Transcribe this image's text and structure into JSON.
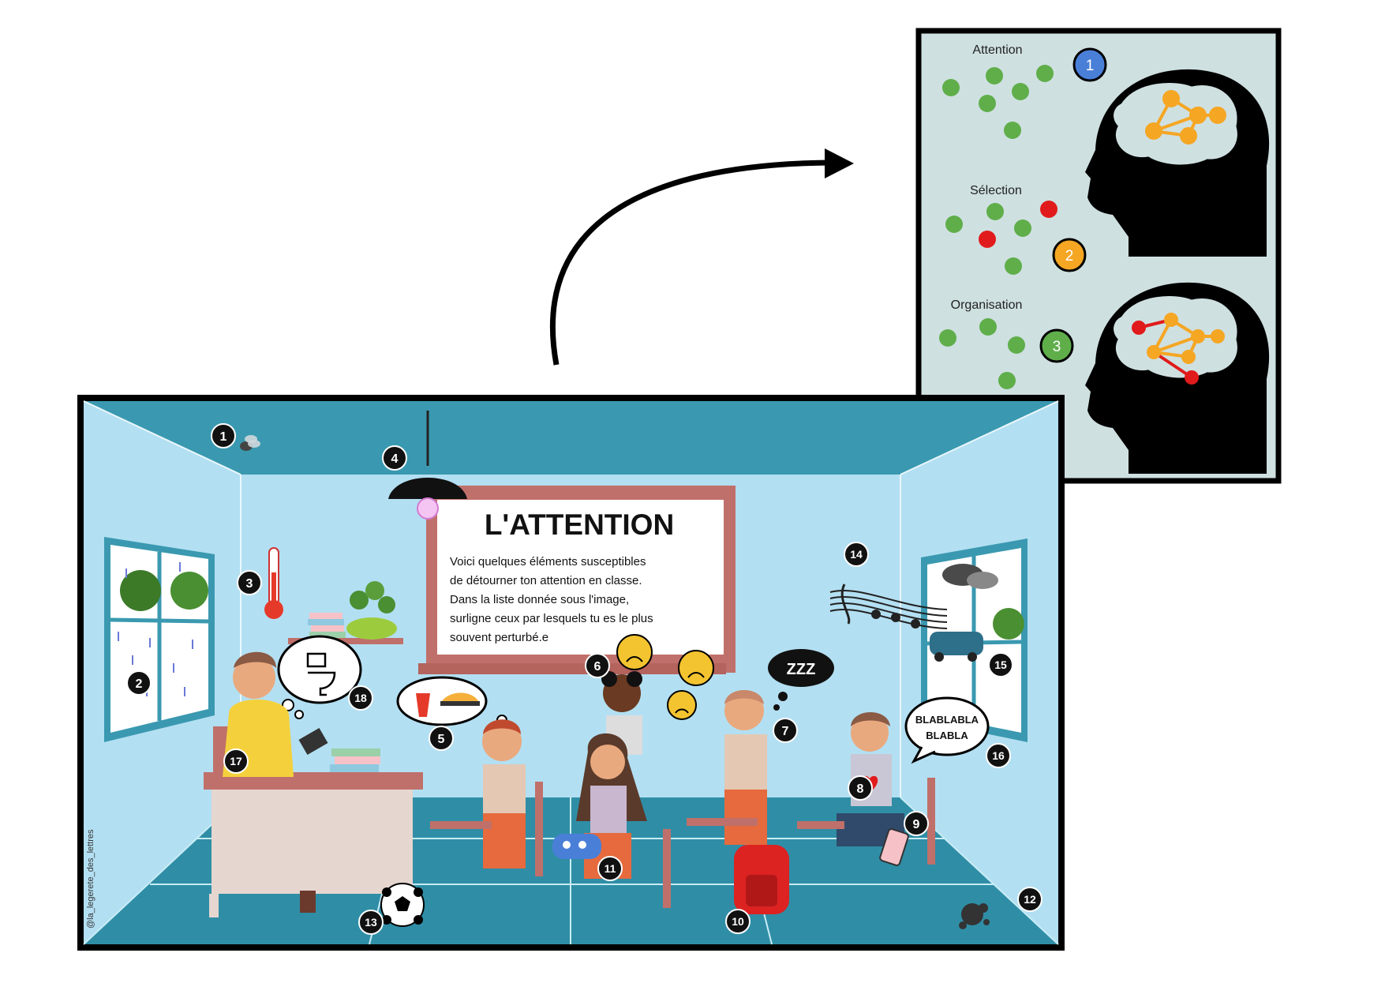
{
  "stages": [
    {
      "label": "Attention",
      "number": "1",
      "color": "#4a7fd8"
    },
    {
      "label": "Sélection",
      "number": "2",
      "color": "#f5a623"
    },
    {
      "label": "Organisation",
      "number": "3",
      "color": "#5fae4a"
    }
  ],
  "board": {
    "title": "L'ATTENTION",
    "lines": [
      "Voici quelques éléments susceptibles",
      "de détourner ton attention en classe.",
      "Dans la liste donnée sous l'image,",
      "surligne ceux par lesquels tu es le plus",
      "souvent perturbé.e"
    ]
  },
  "markers": [
    "1",
    "2",
    "3",
    "4",
    "5",
    "6",
    "7",
    "8",
    "9",
    "10",
    "11",
    "12",
    "13",
    "14",
    "15",
    "16",
    "17",
    "18"
  ],
  "speech": {
    "line1": "BLABLABLA",
    "line2": "BLABLA"
  },
  "sleep": "ZZZ",
  "credit": "@la_legerete_des_lettres",
  "colors": {
    "green_dot": "#5fae4a",
    "red_dot": "#e11b1b",
    "orange_net": "#f5a623",
    "panel_bg": "#cfe0e1",
    "room_wall": "#b3dff2",
    "room_ceiling": "#3a99b0",
    "floor": "#2f8ea6"
  }
}
